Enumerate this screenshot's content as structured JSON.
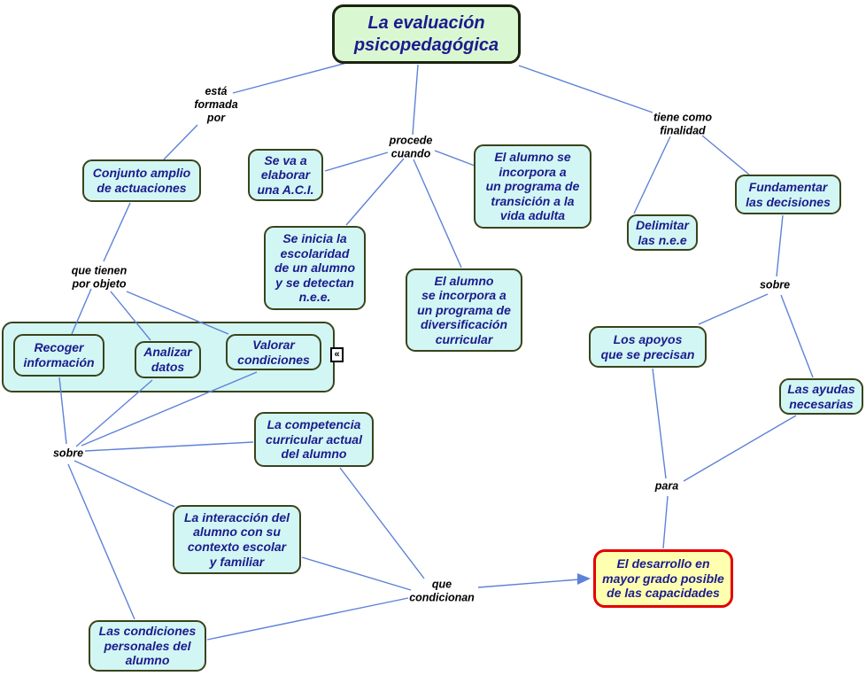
{
  "diagram": {
    "title": "La evaluación\npsicopedagógica",
    "collapse_glyph": "«",
    "colors": {
      "line": "#5e82d8",
      "node_fill": "#d2f6f3",
      "node_border": "#3a431c",
      "node_text": "#1b1b8e",
      "title_fill": "#d9f8d2",
      "goal_fill": "#ffffb0",
      "goal_border": "#e30000",
      "label_text": "#000000"
    },
    "nodes": {
      "conjunto": "Conjunto amplio\nde actuaciones",
      "se_va": "Se va a\nelaborar\nuna A.C.I.",
      "transicion": "El alumno se\nincorpora a\nun programa de\ntransición a la\nvida adulta",
      "inicia": "Se inicia la\nescolaridad\nde un alumno\ny se detectan\nn.e.e.",
      "diversificacion": "El alumno\nse incorpora a\nun programa de\ndiversificación\ncurricular",
      "delimitar": "Delimitar\nlas n.e.e",
      "fundamentar": "Fundamentar\nlas decisiones",
      "apoyos": "Los apoyos\nque se precisan",
      "ayudas": "Las ayudas\nnecesarias",
      "recoger": "Recoger\ninformación",
      "analizar": "Analizar\ndatos",
      "valorar": "Valorar\ncondiciones",
      "competencia": "La competencia\ncurricular actual\ndel alumno",
      "interaccion": "La interacción del\nalumno con su\ncontexto escolar\ny familiar",
      "condiciones": "Las condiciones\npersonales del\nalumno",
      "desarrollo": "El desarrollo en\nmayor grado posible\nde las capacidades"
    },
    "labels": {
      "esta_formada": "está\nformada\npor",
      "procede": "procede\ncuando",
      "tiene_como": "tiene como\nfinalidad",
      "que_tienen": "que tienen\npor objeto",
      "sobre_left": "sobre",
      "sobre_right": "sobre",
      "para": "para",
      "que_condicionan": "que\ncondicionan"
    }
  }
}
